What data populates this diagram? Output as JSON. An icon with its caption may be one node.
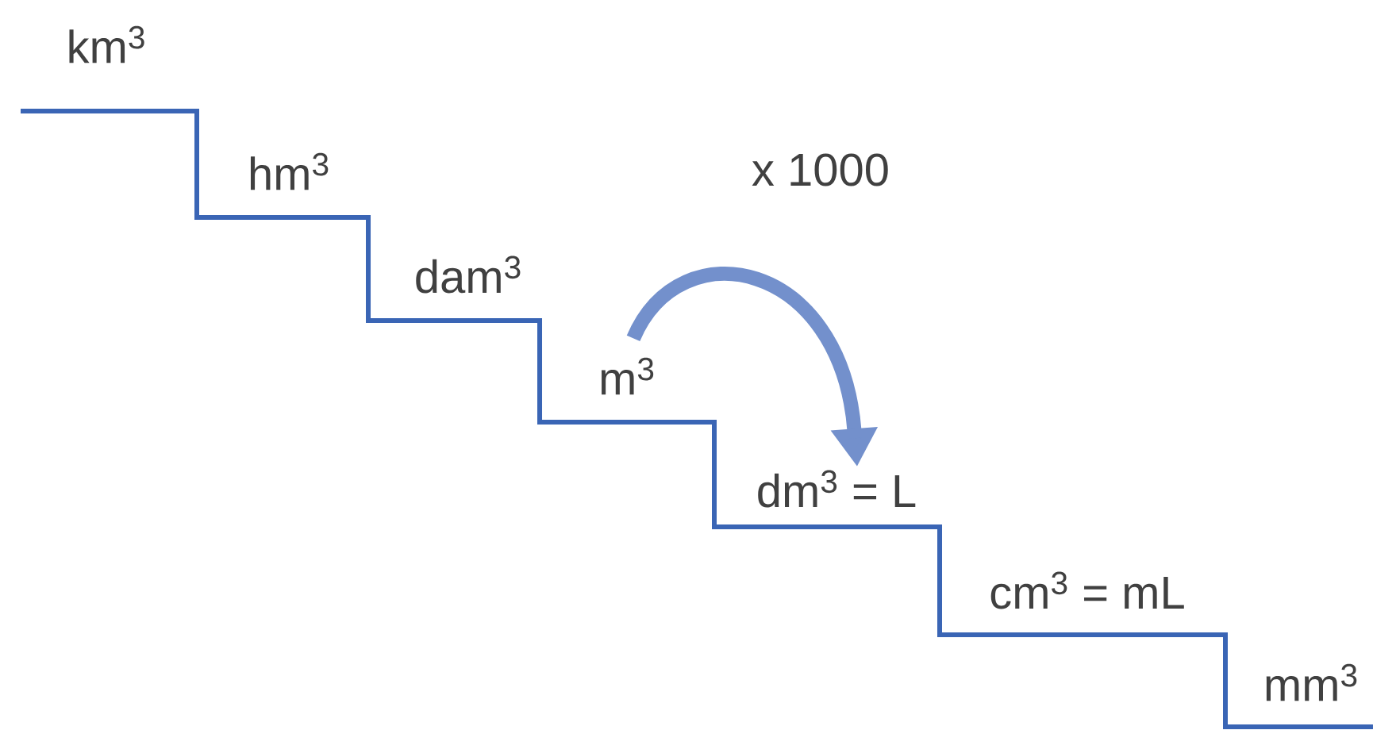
{
  "diagram": {
    "nodes": [
      {
        "text": [
          "km$^{3}$"
        ]
      },
      {
        "text": [
          "hm$^{3}$"
        ]
      },
      {
        "text": [
          "dam$^{3}$"
        ]
      },
      {
        "text": [
          "m$^{3}$"
        ]
      },
      {
        "text": [
          "dm$^{3}$ = L"
        ]
      },
      {
        "text": [
          "cm$^{3}$ = mL"
        ]
      },
      {
        "text": [
          "mm$^{3}$"
        ]
      }
    ],
    "edges": [
      {
        "from": 3,
        "to": 4,
        "arrow": "to",
        "label": "x 1000"
      }
    ]
  }
}
